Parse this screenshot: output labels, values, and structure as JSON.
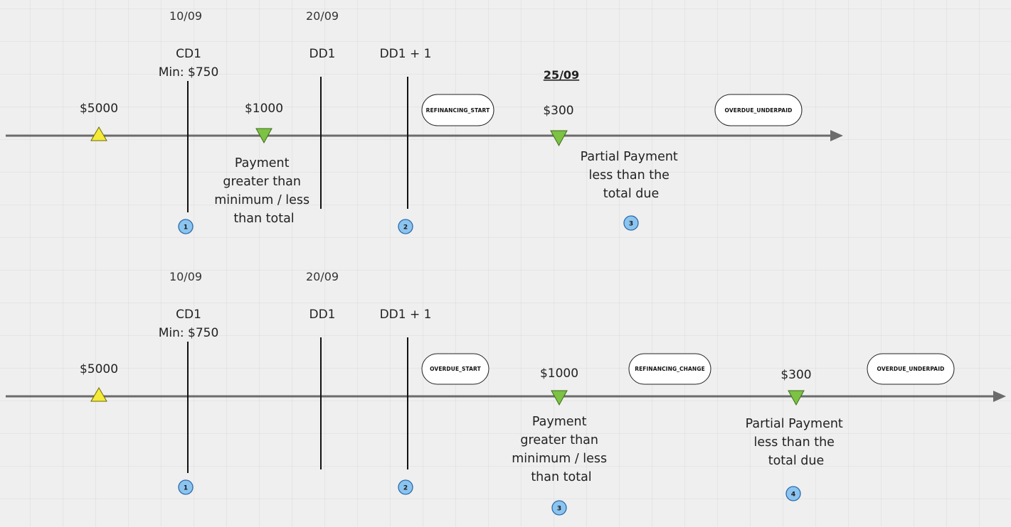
{
  "timelines": [
    {
      "dates": [
        {
          "text": "10/09"
        },
        {
          "text": "20/09"
        }
      ],
      "markers": [
        {
          "text": "CD1"
        },
        {
          "text": "Min: $750"
        },
        {
          "text": "DD1"
        },
        {
          "text": "DD1 + 1"
        },
        {
          "text": "25/09"
        }
      ],
      "amounts": [
        {
          "text": "$5000",
          "direction": "up",
          "color": "#f5ea3a"
        },
        {
          "text": "$1000",
          "direction": "down",
          "color": "#7cc243"
        },
        {
          "text": "$300",
          "direction": "down",
          "color": "#7cc243"
        }
      ],
      "states": [
        {
          "text": "REFINANCING_START"
        },
        {
          "text": "OVERDUE_UNDERPAID"
        }
      ],
      "notes": [
        {
          "lines": [
            "Payment",
            "greater than",
            "minimum / less",
            "than total"
          ]
        },
        {
          "lines": [
            "Partial Payment",
            "less than the",
            "total due"
          ]
        }
      ],
      "badges": [
        "1",
        "2",
        "3"
      ]
    },
    {
      "dates": [
        {
          "text": "10/09"
        },
        {
          "text": "20/09"
        }
      ],
      "markers": [
        {
          "text": "CD1"
        },
        {
          "text": "Min: $750"
        },
        {
          "text": "DD1"
        },
        {
          "text": "DD1 + 1"
        }
      ],
      "amounts": [
        {
          "text": "$5000",
          "direction": "up",
          "color": "#f5ea3a"
        },
        {
          "text": "$1000",
          "direction": "down",
          "color": "#7cc243"
        },
        {
          "text": "$300",
          "direction": "down",
          "color": "#7cc243"
        }
      ],
      "states": [
        {
          "text": "OVERDUE_START"
        },
        {
          "text": "REFINANCING_CHANGE"
        },
        {
          "text": "OVERDUE_UNDERPAID"
        }
      ],
      "notes": [
        {
          "lines": [
            "Payment",
            "greater than",
            "minimum / less",
            "than total"
          ]
        },
        {
          "lines": [
            "Partial Payment",
            "less than the",
            "total due"
          ]
        }
      ],
      "badges": [
        "1",
        "2",
        "3",
        "4"
      ]
    }
  ],
  "colors": {
    "axis": "#6b6b6b",
    "badge_fill": "#8cc4f0",
    "badge_stroke": "#2a6aa8",
    "up_triangle": "#f5ea3a",
    "down_triangle": "#7cc243"
  }
}
